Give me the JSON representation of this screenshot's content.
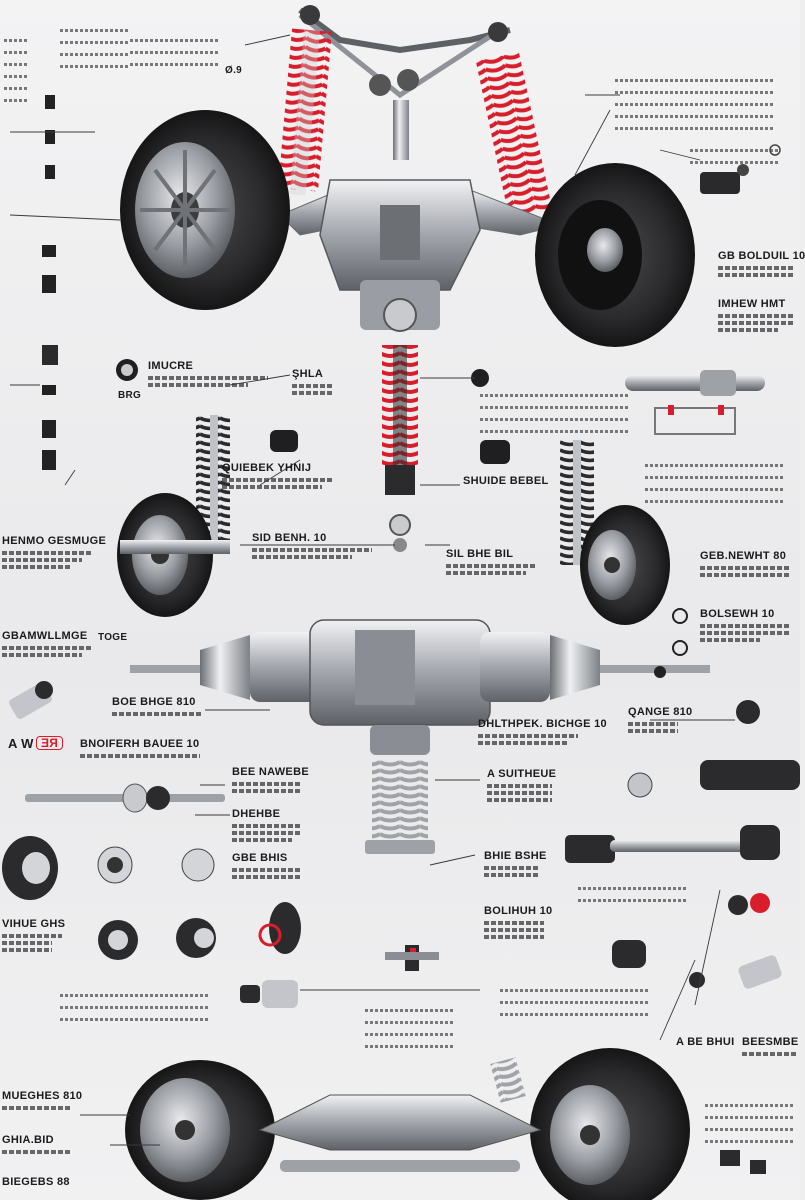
{
  "colors": {
    "background": "#eeeeef",
    "spring_red": "#d81e2a",
    "metal": "#b9bcc2",
    "tire": "#2a2a2c",
    "text": "#1b1b1d"
  },
  "labels": {
    "top_right_code": "Ø.9",
    "center_top_a": "IMUCRE",
    "center_top_b": "BRG",
    "center_top_c": "ŞHLA",
    "right_upper_a": "GB BOLDUIL 10",
    "right_upper_b": "IMHEW HMT",
    "left_mid_a": "QUIEBEK YHNIJ",
    "center_mid_a": "SHUIDE BEBEL",
    "left_mid_b": "HENMO GESMUGE",
    "center_mid_b": "SID BENH. 10",
    "center_mid_c": "SIL BHE BIL",
    "right_mid_a": "GEB.NEWHT 80",
    "right_mid_b": "BOLSEWH 10",
    "left_axle_a": "GBAMWLLMGE",
    "left_axle_b": "TOGE",
    "left_low_a": "BOE BHGE 810",
    "left_low_b": "BNOIFERH BAUEE 10",
    "badge_letters": "A W",
    "badge_red": "ƎЯ",
    "center_low_a": "DHLTHPEK. BICHGE 10",
    "right_low_a": "QANGE 810",
    "center_b_a": "BEE NAWEBE",
    "center_b_b": "DHEHBE",
    "center_b_c": "A SUITHEUE",
    "center_b_d": "GBE BHIS",
    "center_b_e": "BHIE BSHE",
    "center_b_f": "BOLIHUH 10",
    "left_bottom_a": "VIHUE GHS",
    "bottom_right_a": "A BE BHUI",
    "bottom_right_b": "BEESMBE",
    "bottom_left_a": "MUEGHES 810",
    "bottom_left_b": "GHIA.BID",
    "bottom_left_c": "BIEGEBS 88"
  }
}
